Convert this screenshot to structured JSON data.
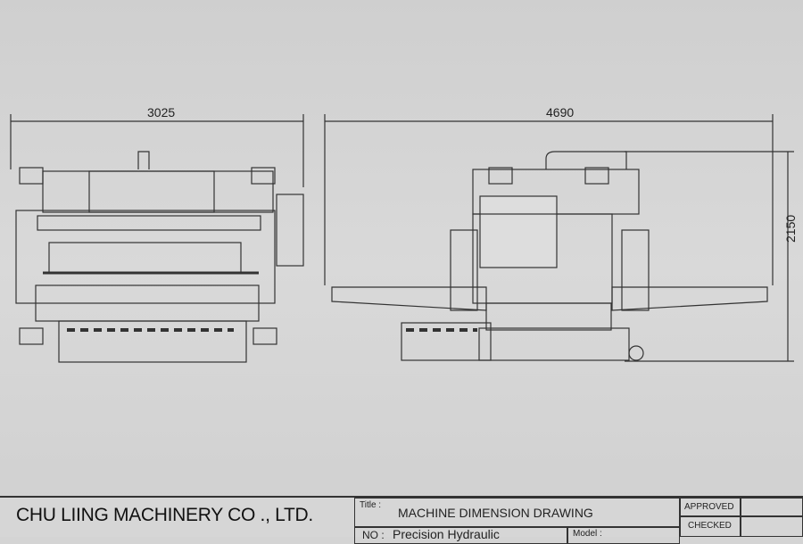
{
  "dimensions": {
    "front_width": "3025",
    "side_length": "4690",
    "height": "2150"
  },
  "title_block": {
    "company": "CHU LIING MACHINERY CO ., LTD.",
    "title_label": "Title :",
    "title": "MACHINE DIMENSION DRAWING",
    "no_label": "NO :",
    "no_value": "Precision Hydraulic",
    "model_label": "Model :",
    "approved": "APPROVED",
    "checked": "CHECKED"
  }
}
